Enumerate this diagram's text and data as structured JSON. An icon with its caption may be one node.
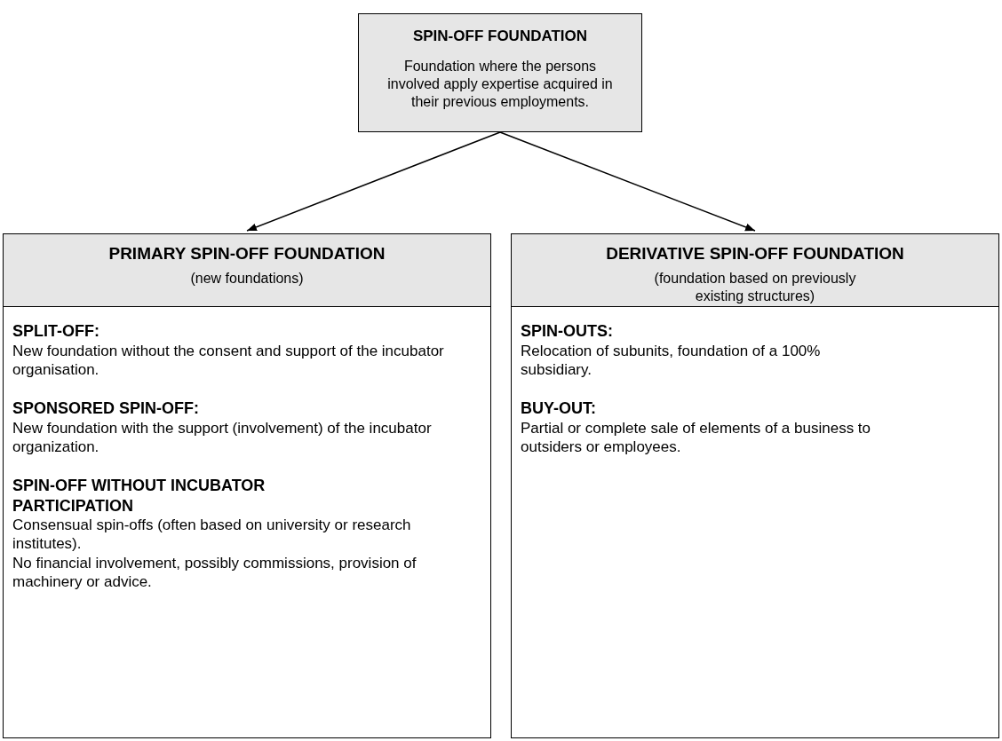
{
  "diagram": {
    "nodes": [
      {
        "text": [
          "SPIN-OFF FOUNDATION",
          "Foundation where the persons involved apply expertise acquired in their previous employments."
        ]
      },
      {
        "text": [
          "PRIMARY SPIN-OFF FOUNDATION",
          "(new foundations)"
        ]
      },
      {
        "text": [
          "SPLIT-OFF:",
          "New foundation without the consent and support of the incubator organisation.",
          "SPONSORED SPIN-OFF:",
          "New foundation with the support (involvement) of the incubator organization.",
          "SPIN-OFF WITHOUT INCUBATOR PARTICIPATION",
          "Consensual spin-offs (often based on university or research institutes).",
          "No financial involvement, possibly commissions, provision of machinery or advice."
        ]
      },
      {
        "text": [
          "DERIVATIVE SPIN-OFF FOUNDATION",
          "(foundation based on previously existing structures)"
        ]
      },
      {
        "text": [
          "SPIN-OUTS:",
          "Relocation of subunits, foundation of a 100% subsidiary.",
          "BUY-OUT:",
          "Partial or complete sale of elements of a business to outsiders or employees."
        ]
      }
    ],
    "edges": [
      {
        "from": 0,
        "to": 1,
        "arrow": "to"
      },
      {
        "from": 0,
        "to": 3,
        "arrow": "to"
      }
    ]
  }
}
